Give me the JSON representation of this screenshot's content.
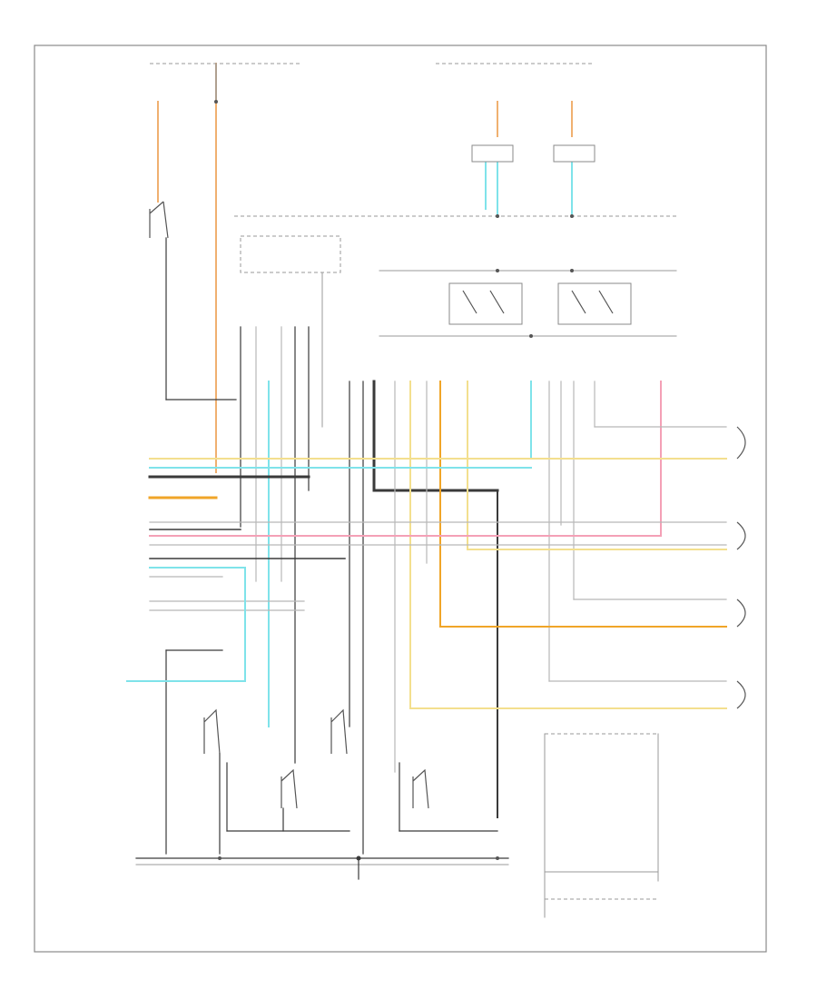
{
  "diagram": {
    "figure_id": "",
    "colors": {
      "orange": "#f0b070",
      "cyan": "#7fe3ea",
      "pink": "#f4a0b6",
      "yellow": "#f3df8e",
      "dark_orange": "#f0a528",
      "black": "#3a3a3a",
      "gray": "#b7b7b7",
      "light_gray": "#cccccc"
    },
    "left_connector_pins": [
      {
        "label": "",
        "wire_color": "yellow"
      },
      {
        "label": "",
        "wire_color": "cyan"
      },
      {
        "label": "",
        "wire_color": "black"
      },
      {
        "label": "",
        "wire_color": "dark_orange"
      },
      {
        "label": "",
        "wire_color": "gray"
      },
      {
        "label": "",
        "wire_color": "gray"
      },
      {
        "label": "",
        "wire_color": "pink"
      },
      {
        "label": "",
        "wire_color": "gray"
      },
      {
        "label": "",
        "wire_color": "gray"
      },
      {
        "label": "",
        "wire_color": "cyan"
      },
      {
        "label": "",
        "wire_color": "gray"
      },
      {
        "label": "",
        "wire_color": "gray"
      },
      {
        "label": "",
        "wire_color": "gray"
      }
    ],
    "door_lock_motors": [
      {
        "label": ""
      },
      {
        "label": ""
      },
      {
        "label": ""
      },
      {
        "label": ""
      }
    ],
    "door_switches": [
      {
        "label": ""
      },
      {
        "label": ""
      },
      {
        "label": ""
      },
      {
        "label": ""
      }
    ],
    "relays": [
      {
        "label": ""
      },
      {
        "label": ""
      }
    ],
    "ground_label": ""
  }
}
